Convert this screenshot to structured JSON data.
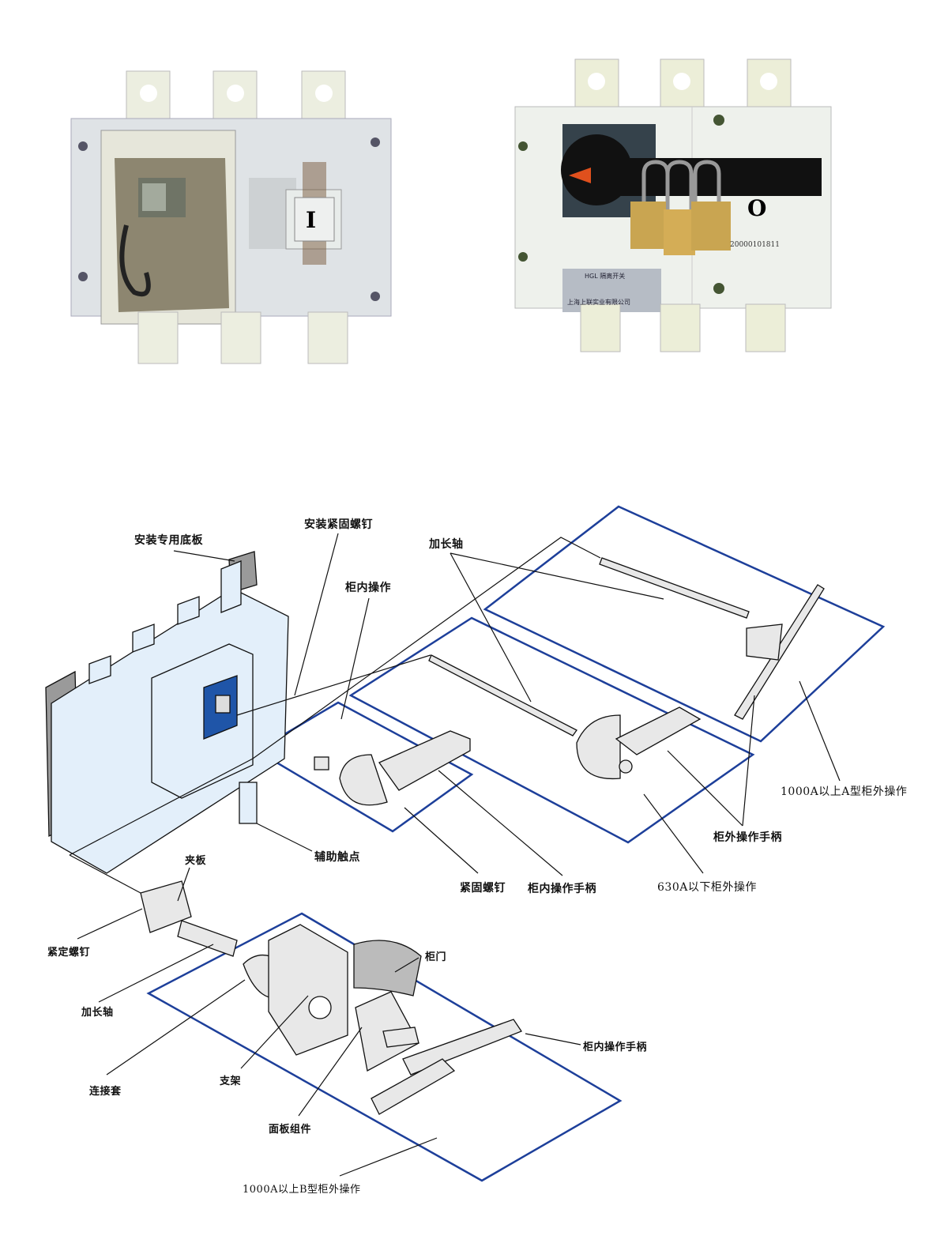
{
  "photos": {
    "left_switch": {
      "position_mark": "I"
    },
    "right_switch": {
      "position_mark": "O",
      "serial": "20000101811",
      "nameplate_title": "HGL 隔离开关",
      "nameplate_company": "上海上联实业有限公司"
    }
  },
  "diagram": {
    "labels": {
      "mount_plate": "安装专用底板",
      "mount_screws": "安装紧固螺钉",
      "extension_shaft_top": "加长轴",
      "inside_operation": "柜内操作",
      "type_a_outside": "1000A以上A型柜外操作",
      "outside_handle": "柜外操作手柄",
      "below_630a_outside": "630A以下柜外操作",
      "inside_handle_top": "柜内操作手柄",
      "fastening_screw": "紧固螺钉",
      "aux_contact": "辅助触点",
      "clamp_plate": "夹板",
      "set_screw": "紧定螺钉",
      "cabinet_door": "柜门",
      "extension_shaft_bottom": "加长轴",
      "inside_handle_bottom": "柜内操作手柄",
      "coupling": "连接套",
      "bracket": "支架",
      "panel_assembly": "面板组件",
      "type_b_outside": "1000A以上B型柜外操作"
    },
    "colors": {
      "frame": "#1d3f9a",
      "body": "#e3effa",
      "panel": "#1f55a8"
    }
  }
}
